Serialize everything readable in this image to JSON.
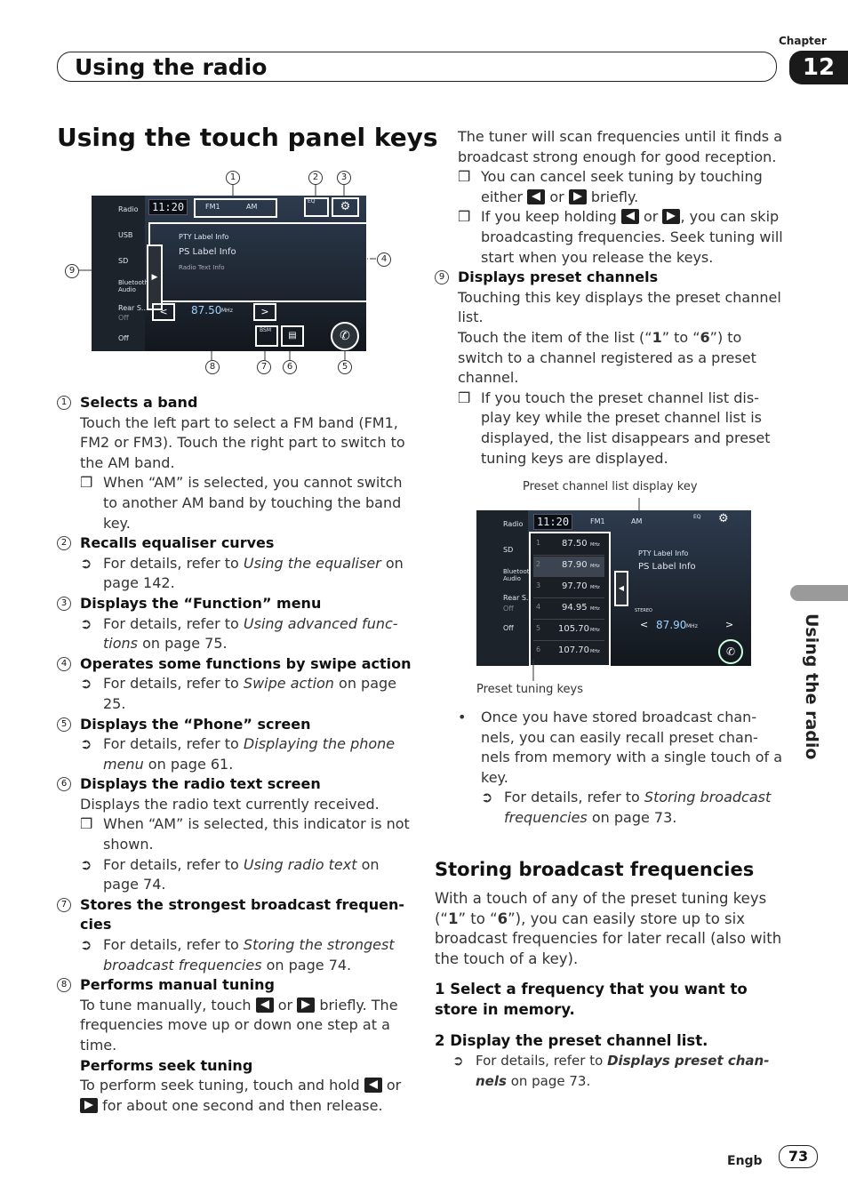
{
  "chapter": {
    "label": "Chapter",
    "number": "12"
  },
  "header": {
    "title": "Using the radio"
  },
  "side_tab": {
    "label": "Using the radio"
  },
  "page_title": "Using the touch panel keys",
  "screen1": {
    "sidebar": [
      "Radio",
      "USB",
      "SD",
      "Bluetooth Audio",
      "Rear S...",
      "Off"
    ],
    "sidebar_sub": "Off",
    "clock": "11:20",
    "band_fm": "FM1",
    "band_am": "AM",
    "eq": "EQ",
    "pty": "PTY Label Info",
    "ps": "PS Label Info",
    "radio_text": "Radio Text Info",
    "freq": "87.50",
    "freq_unit": "MHz",
    "bsm": "BSM"
  },
  "screen1_callouts": [
    "1",
    "2",
    "3",
    "4",
    "5",
    "6",
    "7",
    "8",
    "9"
  ],
  "items": [
    {
      "num": "1",
      "title": "Selects a band",
      "body": "Touch the left part to select a FM band (FM1, FM2 or FM3). Touch the right part to switch to the AM band.",
      "note": "When “AM” is selected, you cannot switch to another AM band by touching the band key."
    },
    {
      "num": "2",
      "title": "Recalls equaliser curves",
      "ref_pre": "For details, refer to ",
      "ref_em": "Using the equaliser",
      "ref_post": " on page 142."
    },
    {
      "num": "3",
      "title": "Displays the “Function” menu",
      "ref_pre": "For details, refer to ",
      "ref_em": "Using advanced func-tions",
      "ref_post": " on page 75."
    },
    {
      "num": "4",
      "title": "Operates some functions by swipe action",
      "ref_pre": "For details, refer to ",
      "ref_em": "Swipe action",
      "ref_post": " on page 25."
    },
    {
      "num": "5",
      "title": "Displays the “Phone” screen",
      "ref_pre": "For details, refer to ",
      "ref_em": "Displaying the phone menu",
      "ref_post": " on page 61."
    },
    {
      "num": "6",
      "title": "Displays the radio text screen",
      "body": "Displays the radio text currently received.",
      "note": "When “AM” is selected, this indicator is not shown.",
      "ref_pre": "For details, refer to ",
      "ref_em": "Using radio text",
      "ref_post": " on page 74."
    },
    {
      "num": "7",
      "title": "Stores the strongest broadcast frequen-cies",
      "ref_pre": "For details, refer to ",
      "ref_em": "Storing the strongest broadcast frequencies",
      "ref_post": " on page 74."
    },
    {
      "num": "8",
      "title": "Performs manual tuning",
      "body_a": "To tune manually, touch",
      "body_or": "or",
      "body_b": "briefly. The frequencies move up or down one step at a time.",
      "sub_title": "Performs seek tuning",
      "sub_a": "To perform seek tuning, touch and hold",
      "sub_or": "or",
      "sub_b": "for about one second and then release."
    }
  ],
  "right": {
    "p1": "The tuner will scan frequencies until it finds a broadcast strong enough for good reception.",
    "n1_a": "You can cancel seek tuning by touching either",
    "n1_or": "or",
    "n1_b": "briefly.",
    "n2_a": "If you keep holding",
    "n2_or": "or",
    "n2_b": ", you can skip broadcasting frequencies. Seek tuning will start when you release the keys.",
    "item9_num": "9",
    "item9_title": "Displays preset channels",
    "item9_body1": "Touching this key displays the preset channel list.",
    "item9_body2a": "Touch the item of the list (“",
    "item9_b1": "1",
    "item9_body2b": "” to “",
    "item9_b6": "6",
    "item9_body2c": "”) to switch to a channel registered as a preset channel.",
    "item9_note": "If you touch the preset channel list dis-play key while the preset channel list is displayed, the list disappears and preset tuning keys are displayed.",
    "cap_top": "Preset channel list display key",
    "cap_bottom": "Preset tuning keys",
    "bullet": "Once you have stored broadcast chan-nels, you can easily recall preset chan-nels from memory with a single touch of a key.",
    "bullet_ref_pre": "For details, refer to ",
    "bullet_ref_em": "Storing broadcast frequencies",
    "bullet_ref_post": " on page 73.",
    "h2": "Storing broadcast frequencies",
    "h2_body_a": "With a touch of any of the preset tuning keys (“",
    "h2_b1": "1",
    "h2_body_b": "” to “",
    "h2_b6": "6",
    "h2_body_c": "”), you can easily store up to six broadcast frequencies for later recall (also with the touch of a key).",
    "step1": "1    Select a frequency that you want to store in memory.",
    "step2": "2    Display the preset channel list.",
    "step2_ref_pre": "For details, refer to ",
    "step2_ref_em": "Displays preset chan-nels",
    "step2_ref_post": " on page 73."
  },
  "screen2": {
    "sidebar": [
      "Radio",
      "SD",
      "Bluetooth Audio",
      "Rear S...",
      "Off"
    ],
    "sidebar_sub": "Off",
    "clock": "11:20",
    "band_fm": "FM1",
    "band_am": "AM",
    "eq": "EQ",
    "presets": [
      {
        "n": "1",
        "f": "87.50"
      },
      {
        "n": "2",
        "f": "87.90"
      },
      {
        "n": "3",
        "f": "97.70"
      },
      {
        "n": "4",
        "f": "94.95"
      },
      {
        "n": "5",
        "f": "105.70"
      },
      {
        "n": "6",
        "f": "107.70"
      }
    ],
    "unit": "MHz",
    "pty": "PTY Label Info",
    "ps": "PS Label Info",
    "stereo": "STEREO",
    "freq": "87.90"
  },
  "footer": {
    "lang": "Engb",
    "page": "73"
  }
}
